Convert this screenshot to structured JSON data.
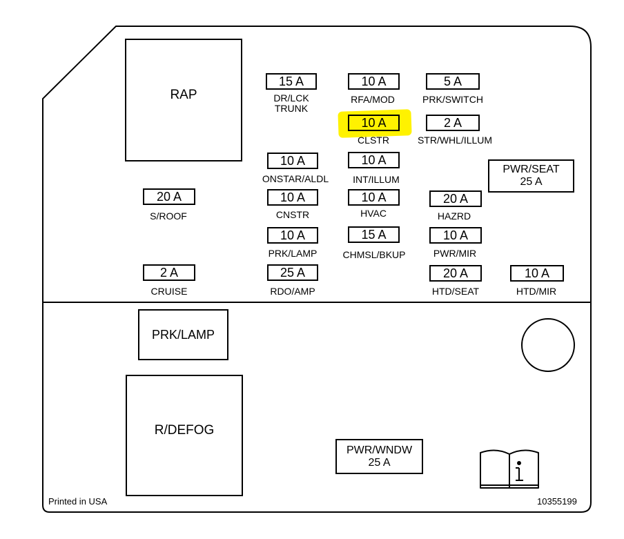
{
  "highlight_color": "#fff200",
  "relays": {
    "rap": "RAP",
    "prk_lamp": "PRK/LAMP",
    "r_defog": "R/DEFOG"
  },
  "fuses": {
    "dr_lck": {
      "rating": "15 A",
      "label_1": "DR/LCK",
      "label_2": "TRUNK"
    },
    "rfa_mod": {
      "rating": "10 A",
      "label": "RFA/MOD"
    },
    "prk_switch": {
      "rating": "5 A",
      "label": "PRK/SWITCH"
    },
    "clstr": {
      "rating": "10 A",
      "label": "CLSTR"
    },
    "str_whl_illum": {
      "rating": "2 A",
      "label": "STR/WHL/ILLUM"
    },
    "onstar_aldl": {
      "rating": "10 A",
      "label": "ONSTAR/ALDL"
    },
    "int_illum": {
      "rating": "10 A",
      "label": "INT/ILLUM"
    },
    "s_roof": {
      "rating": "20 A",
      "label": "S/ROOF"
    },
    "cnstr": {
      "rating": "10 A",
      "label": "CNSTR"
    },
    "hvac": {
      "rating": "10 A",
      "label": "HVAC"
    },
    "hazrd": {
      "rating": "20 A",
      "label": "HAZRD"
    },
    "prk_lamp": {
      "rating": "10 A",
      "label": "PRK/LAMP"
    },
    "chmsl_bkup": {
      "rating": "15 A",
      "label": "CHMSL/BKUP"
    },
    "pwr_mir": {
      "rating": "10 A",
      "label": "PWR/MIR"
    },
    "cruise": {
      "rating": "2 A",
      "label": "CRUISE"
    },
    "rdo_amp": {
      "rating": "25 A",
      "label": "RDO/AMP"
    },
    "htd_seat": {
      "rating": "20 A",
      "label": "HTD/SEAT"
    },
    "htd_mir": {
      "rating": "10 A",
      "label": "HTD/MIR"
    }
  },
  "breakers": {
    "pwr_seat": {
      "label": "PWR/SEAT",
      "rating": "25 A"
    },
    "pwr_wndw": {
      "label": "PWR/WNDW",
      "rating": "25 A"
    }
  },
  "footer": {
    "printed": "Printed in USA",
    "part_number": "10355199"
  },
  "icons": {
    "manual": "manual-info-icon",
    "hole": "mounting-hole-icon"
  }
}
